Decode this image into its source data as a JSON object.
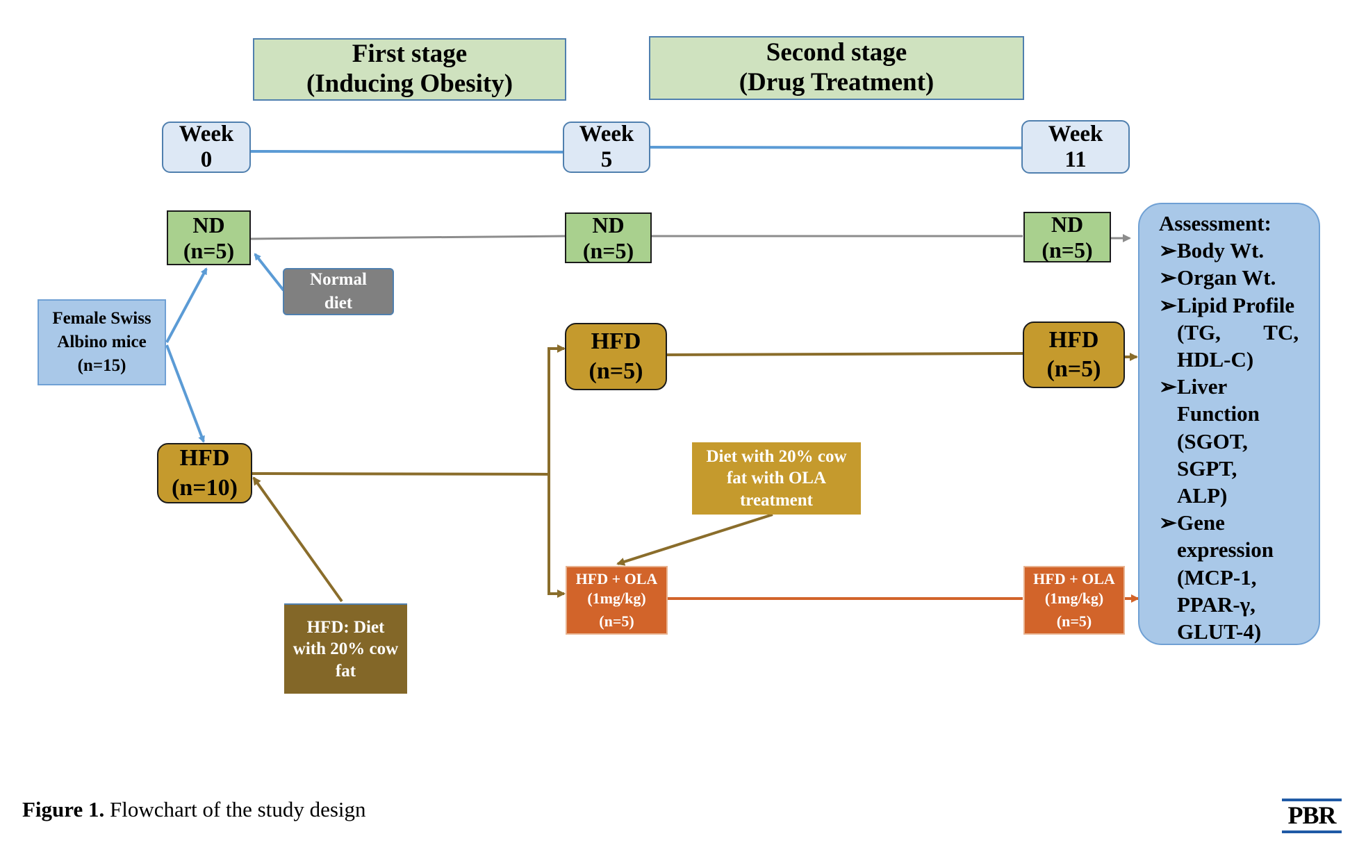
{
  "stages": {
    "first": {
      "line1": "First stage",
      "line2": "(Inducing Obesity)"
    },
    "second": {
      "line1": "Second stage",
      "line2": "(Drug Treatment)"
    }
  },
  "weeks": [
    {
      "label": "Week",
      "number": "0"
    },
    {
      "label": "Week",
      "number": "5"
    },
    {
      "label": "Week",
      "number": "11"
    }
  ],
  "nodes": {
    "mice": {
      "line1": "Female Swiss",
      "line2": "Albino mice",
      "line3": "(n=15)"
    },
    "normal_diet": {
      "line1": "Normal",
      "line2": "diet"
    },
    "nd_w0": {
      "line1": "ND",
      "line2": "(n=5)"
    },
    "nd_w5": {
      "line1": "ND",
      "line2": "(n=5)"
    },
    "nd_w11": {
      "line1": "ND",
      "line2": "(n=5)"
    },
    "hfd_w0": {
      "line1": "HFD",
      "line2": "(n=10)"
    },
    "hfd_w5": {
      "line1": "HFD",
      "line2": "(n=5)"
    },
    "hfd_w11": {
      "line1": "HFD",
      "line2": "(n=5)"
    },
    "hfd_diet": {
      "line1": "HFD: Diet",
      "line2": "with 20% cow",
      "line3": "fat"
    },
    "ola_diet": {
      "line1": "Diet with 20% cow",
      "line2": "fat with OLA",
      "line3": "treatment"
    },
    "ola_w5": {
      "line1": "HFD + OLA",
      "line2": "(1mg/kg)",
      "line3": "(n=5)"
    },
    "ola_w11": {
      "line1": "HFD + OLA",
      "line2": "(1mg/kg)",
      "line3": "(n=5)"
    }
  },
  "assessment": {
    "title": "Assessment:",
    "items": [
      {
        "lines": [
          "Body Wt."
        ]
      },
      {
        "lines": [
          "Organ Wt."
        ]
      },
      {
        "lines": [
          "Lipid Profile",
          "(TG,        TC,",
          "HDL-C)"
        ]
      },
      {
        "lines": [
          "Liver",
          "Function",
          "(SGOT,",
          "SGPT,",
          "ALP)"
        ]
      },
      {
        "lines": [
          "Gene",
          "expression",
          "(MCP-1,",
          "PPAR-γ,",
          "GLUT-4)"
        ]
      }
    ]
  },
  "caption": {
    "label": "Figure 1.",
    "text": " Flowchart of the study design"
  },
  "logo": "PBR",
  "colors": {
    "timeline": "#5b9bd5",
    "nd_line": "#8c8c8c",
    "hfd_line": "#8a6d2b",
    "ola_line": "#d2642a",
    "mice_arrow": "#5b9bd5"
  }
}
